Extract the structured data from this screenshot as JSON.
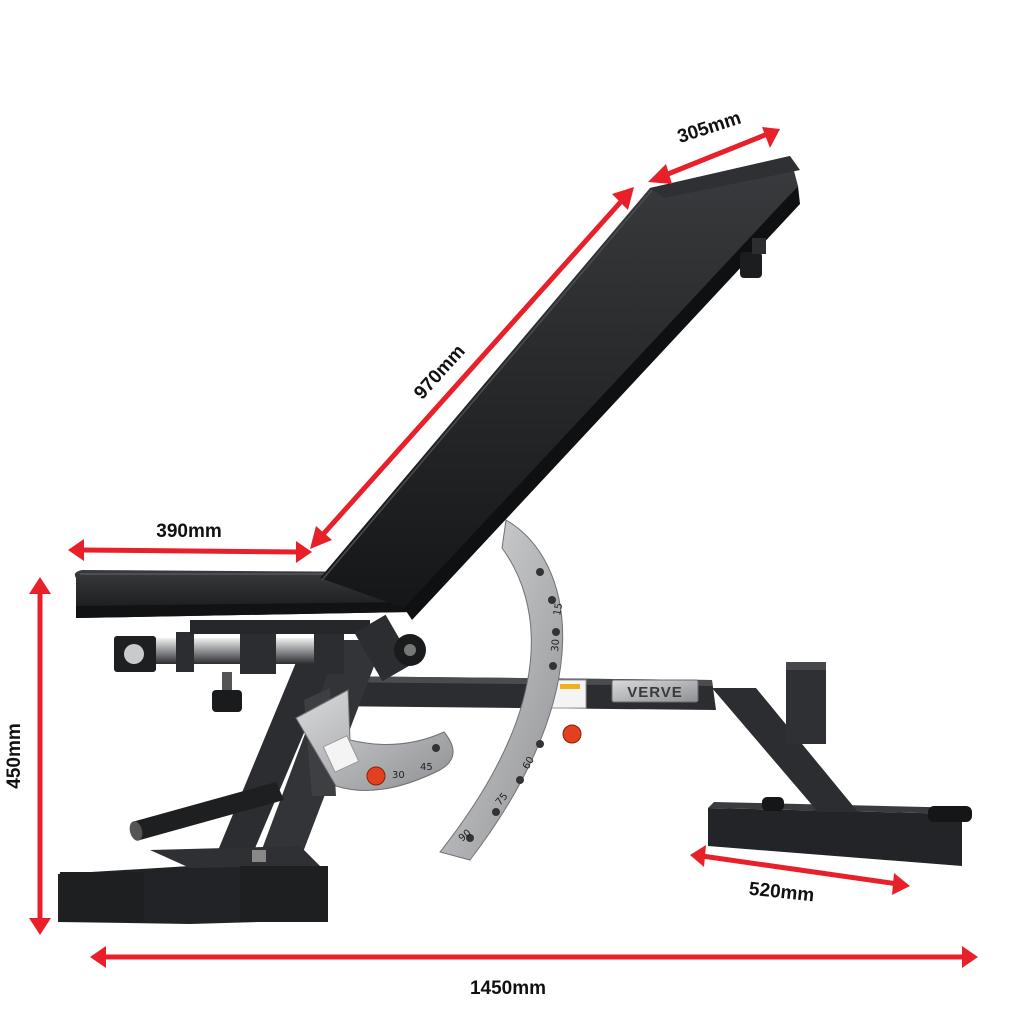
{
  "dimensions": {
    "backrest_width": "305mm",
    "backrest_length": "970mm",
    "seat_length": "390mm",
    "height": "450mm",
    "rear_base_width": "520mm",
    "total_length": "1450mm"
  },
  "brand_plate": "VERVE",
  "angle_scale": {
    "back": [
      "15",
      "30",
      "60",
      "75",
      "90"
    ],
    "seat": [
      "30",
      "45"
    ]
  },
  "colors": {
    "arrow": "#e8202a",
    "frame": "#2b2d30",
    "pad": "#1c1d1f",
    "steel": "#b8b9bb",
    "pin": "#e2401f"
  }
}
